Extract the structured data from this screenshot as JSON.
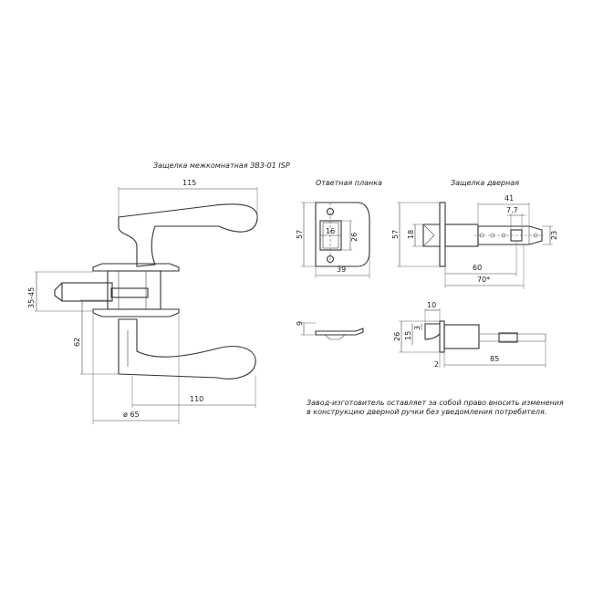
{
  "title": "Защелка межкомнатная ЗВ3-01 ISP",
  "views": {
    "strike_plate_label": "Ответная планка",
    "latch_label": "Защелка дверная"
  },
  "dimensions": {
    "handle_length": "115",
    "door_thickness": "35-45",
    "handle_height": "62",
    "handle_reach": "110",
    "rosette_diameter": "ø 65",
    "plate_height": "57",
    "plate_inner_width": "16",
    "plate_inner_height": "26",
    "plate_width": "39",
    "plate_thickness": "9",
    "latch_plate_height": "57",
    "latch_bolt_height": "18",
    "latch_body_length": "41",
    "latch_square": "7.7",
    "latch_case_height": "23",
    "backset_60": "60",
    "backset_70": "70*",
    "latch_bolt_extension": "10",
    "latch_front_height": "26",
    "latch_front_15": "15",
    "latch_front_3": "3",
    "latch_front_2": "2",
    "latch_total_length": "85"
  },
  "note": {
    "line1": "Завод-изготовитель оставляет за собой право вносить изменения",
    "line2": "в конструкцию дверной ручки без уведомления потребителя."
  }
}
